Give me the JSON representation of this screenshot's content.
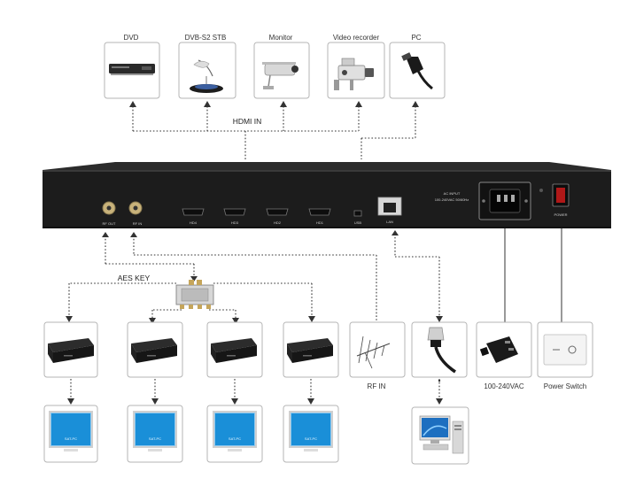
{
  "sources": [
    {
      "label": "DVD",
      "icon": "dvd-player-icon"
    },
    {
      "label": "DVB-S2 STB",
      "icon": "satellite-receiver-icon"
    },
    {
      "label": "Monitor",
      "icon": "security-camera-icon"
    },
    {
      "label": "Video recorder",
      "icon": "video-recorder-icon"
    },
    {
      "label": "PC",
      "icon": "hdmi-cable-icon"
    }
  ],
  "hdmi_in_label": "HDMI IN",
  "aes_key_label": "AES KEY",
  "device_panel": {
    "ports": {
      "rf_out": "RF OUT",
      "rf_in": "RF IN",
      "hdmi4": "HD4",
      "hdmi3": "HD3",
      "hdmi2": "HD2",
      "hdmi1": "HD1",
      "usb": "USB",
      "lan": "LAN",
      "ac_input_title": "AC INPUT",
      "ac_input_spec": "100-240VAC 50/60Hz",
      "power": "POWER"
    }
  },
  "set_top_boxes": [
    {
      "icon": "set-top-box-icon"
    },
    {
      "icon": "set-top-box-icon"
    },
    {
      "icon": "set-top-box-icon"
    },
    {
      "icon": "set-top-box-icon"
    }
  ],
  "tvs": [
    {
      "icon": "tv-icon",
      "screen_text": "SAT-PC"
    },
    {
      "icon": "tv-icon",
      "screen_text": "SAT-PC"
    },
    {
      "icon": "tv-icon",
      "screen_text": "SAT-PC"
    },
    {
      "icon": "tv-icon",
      "screen_text": "SAT-PC"
    }
  ],
  "peripherals": [
    {
      "label": "RF IN",
      "icon": "antenna-icon"
    },
    {
      "label": "",
      "icon": "ethernet-cable-icon"
    },
    {
      "label": "100-240VAC",
      "icon": "power-plug-icon"
    },
    {
      "label": "Power Switch",
      "icon": "power-switch-icon"
    }
  ],
  "computer": {
    "icon": "desktop-computer-icon"
  }
}
